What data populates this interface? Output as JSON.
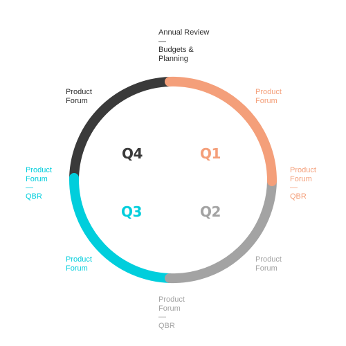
{
  "colors": {
    "q1": "#F49F7A",
    "q2": "#A3A3A3",
    "q3": "#00CEDC",
    "q4": "#3A3A3A",
    "top_text": "#2f2f2f"
  },
  "quadrants": [
    {
      "label": "Q1",
      "color": "#F49F7A"
    },
    {
      "label": "Q2",
      "color": "#A3A3A3"
    },
    {
      "label": "Q3",
      "color": "#00CEDC"
    },
    {
      "label": "Q4",
      "color": "#3A3A3A"
    }
  ],
  "events": {
    "top": {
      "line1": "Annual Review",
      "line2": "—",
      "line3": "Budgets &",
      "line4": "Planning"
    },
    "q1_start": {
      "line1": "Product",
      "line2": "Forum"
    },
    "q1_end": {
      "line1": "Product",
      "line2": "Forum",
      "line3": "—",
      "line4": "QBR"
    },
    "q2_mid": {
      "line1": "Product",
      "line2": "Forum"
    },
    "bottom": {
      "line1": "Product",
      "line2": "Forum",
      "line3": "—",
      "line4": "QBR"
    },
    "q3_mid": {
      "line1": "Product",
      "line2": "Forum"
    },
    "left": {
      "line1": "Product",
      "line2": "Forum",
      "line3": "—",
      "line4": "QBR"
    },
    "q4_mid": {
      "line1": "Product",
      "line2": "Forum"
    }
  }
}
